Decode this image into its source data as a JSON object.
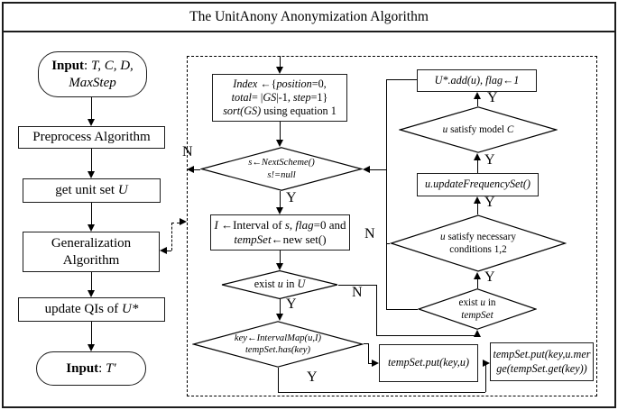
{
  "title": "The UnitAnony Anonymization Algorithm",
  "colors": {
    "line": "#000000",
    "background": "#ffffff",
    "text": "#000000"
  },
  "nodes": {
    "input_start": {
      "lines": [
        [
          {
            "t": "Input",
            "b": 1
          },
          {
            "t": ": "
          },
          {
            "t": "T, C, D,",
            "i": 1
          }
        ],
        [
          {
            "t": "MaxStep",
            "i": 1
          }
        ]
      ]
    },
    "preprocess": {
      "lines": [
        [
          {
            "t": "Preprocess Algorithm"
          }
        ]
      ]
    },
    "get_unit": {
      "lines": [
        [
          {
            "t": "get unit set "
          },
          {
            "t": "U",
            "i": 1
          }
        ]
      ]
    },
    "generalization": {
      "lines": [
        [
          {
            "t": "Generalization"
          }
        ],
        [
          {
            "t": "Algorithm"
          }
        ]
      ]
    },
    "update_qis": {
      "lines": [
        [
          {
            "t": "update QIs of "
          },
          {
            "t": "U*",
            "i": 1
          }
        ]
      ]
    },
    "input_end": {
      "lines": [
        [
          {
            "t": "Input",
            "b": 1
          },
          {
            "t": ": "
          },
          {
            "t": "T′",
            "i": 1
          }
        ]
      ]
    },
    "index_box": {
      "lines": [
        [
          {
            "t": "Index",
            "i": 1
          },
          {
            "t": " ←{"
          },
          {
            "t": "position",
            "i": 1
          },
          {
            "t": "=0,"
          }
        ],
        [
          {
            "t": "total",
            "i": 1
          },
          {
            "t": "= |"
          },
          {
            "t": "GS",
            "i": 1
          },
          {
            "t": "|-1, "
          },
          {
            "t": "step",
            "i": 1
          },
          {
            "t": "=1}"
          }
        ],
        [
          {
            "t": "sort(GS)",
            "i": 1
          },
          {
            "t": " using equation 1"
          }
        ]
      ]
    },
    "nextscheme": {
      "lines": [
        [
          {
            "t": "s←NextScheme()",
            "i": 1
          }
        ],
        [
          {
            "t": "s!=null",
            "i": 1
          }
        ]
      ]
    },
    "interval_box": {
      "lines": [
        [
          {
            "t": "I",
            "i": 1
          },
          {
            "t": " ←Interval of "
          },
          {
            "t": "s",
            "i": 1
          },
          {
            "t": ", "
          },
          {
            "t": "flag",
            "i": 1
          },
          {
            "t": "=0 and"
          }
        ],
        [
          {
            "t": "tempSet",
            "i": 1
          },
          {
            "t": "←new set()"
          }
        ]
      ]
    },
    "exist_u_in_U": {
      "lines": [
        [
          {
            "t": "exist "
          },
          {
            "t": "u",
            "i": 1
          },
          {
            "t": " in "
          },
          {
            "t": "U",
            "i": 1
          }
        ]
      ]
    },
    "key_check": {
      "lines": [
        [
          {
            "t": "key←IntervalMap(u,I)",
            "i": 1
          }
        ],
        [
          {
            "t": "tempSet.has(key)",
            "i": 1
          }
        ]
      ]
    },
    "put_box": {
      "lines": [
        [
          {
            "t": "tempSet.put(key,u)",
            "i": 1
          }
        ]
      ]
    },
    "merge_box": {
      "lines": [
        [
          {
            "t": "tempSet.put(key,u.mer",
            "i": 1
          }
        ],
        [
          {
            "t": "ge(tempSet.get(key))",
            "i": 1
          }
        ]
      ]
    },
    "exist_u_in_tempset": {
      "lines": [
        [
          {
            "t": "exist "
          },
          {
            "t": "u",
            "i": 1
          },
          {
            "t": " in"
          }
        ],
        [
          {
            "t": "tempSet",
            "i": 1
          }
        ]
      ]
    },
    "conditions": {
      "lines": [
        [
          {
            "t": "u",
            "i": 1
          },
          {
            "t": " satisfy necessary"
          }
        ],
        [
          {
            "t": "conditions 1,2"
          }
        ]
      ]
    },
    "update_frequency": {
      "lines": [
        [
          {
            "t": "u.updateFrequencySet()",
            "i": 1
          }
        ]
      ]
    },
    "model_c": {
      "lines": [
        [
          {
            "t": "u",
            "i": 1
          },
          {
            "t": " satisfy model "
          },
          {
            "t": "C",
            "i": 1
          }
        ]
      ]
    },
    "add_box": {
      "lines": [
        [
          {
            "t": "U*.add(u), flag←1",
            "i": 1
          }
        ]
      ]
    }
  },
  "labels": {
    "nextscheme_n": "N",
    "nextscheme_y": "Y",
    "exist_u_y": "Y",
    "exist_u_n": "N",
    "key_y": "Y",
    "tempset_y": "Y",
    "conditions_n": "N",
    "conditions_y": "Y",
    "updatefreq_y": "Y",
    "modelc_y": "Y"
  }
}
